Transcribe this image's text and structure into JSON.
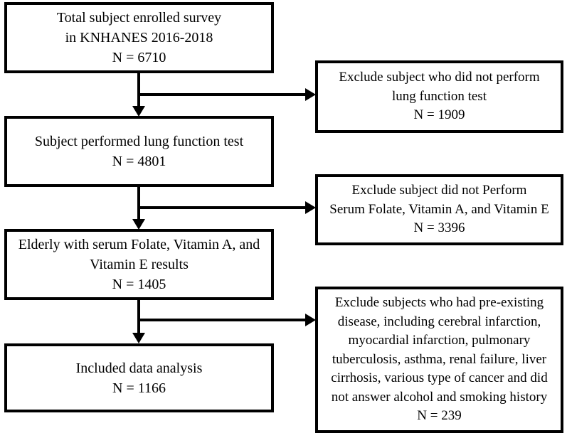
{
  "flowchart": {
    "type": "subject-selection-flow-diagram",
    "colors": {
      "background": "#ffffff",
      "border": "#000000",
      "text": "#000000"
    },
    "main_boxes": [
      {
        "id": "total-enrolled",
        "lines": [
          "Total subject enrolled survey",
          "in KNHANES 2016-2018",
          "N = 6710"
        ],
        "n": 6710
      },
      {
        "id": "lung-function-performed",
        "lines": [
          "Subject performed lung function test",
          "N = 4801"
        ],
        "n": 4801
      },
      {
        "id": "elderly-with-serum-results",
        "lines": [
          "Elderly with serum Folate, Vitamin A, and",
          "Vitamin E results",
          "N = 1405"
        ],
        "n": 1405
      },
      {
        "id": "included-data-analysis",
        "lines": [
          "Included data analysis",
          "N = 1166"
        ],
        "n": 1166
      }
    ],
    "exclusion_boxes": [
      {
        "id": "exclude-no-lung-function-test",
        "lines": [
          "Exclude subject who did not perform",
          "lung function test",
          "N = 1909"
        ],
        "n": 1909
      },
      {
        "id": "exclude-no-serum-tests",
        "lines": [
          "Exclude subject did not Perform",
          "Serum Folate, Vitamin A, and Vitamin E",
          "N = 3396"
        ],
        "n": 3396
      },
      {
        "id": "exclude-preexisting-disease",
        "lines": [
          "Exclude subjects who had pre-existing",
          "disease, including cerebral infarction,",
          "myocardial infarction, pulmonary",
          "tuberculosis, asthma, renal failure, liver",
          "cirrhosis, various type of cancer and did",
          "not answer alcohol and smoking history",
          "N = 239"
        ],
        "n": 239
      }
    ]
  }
}
